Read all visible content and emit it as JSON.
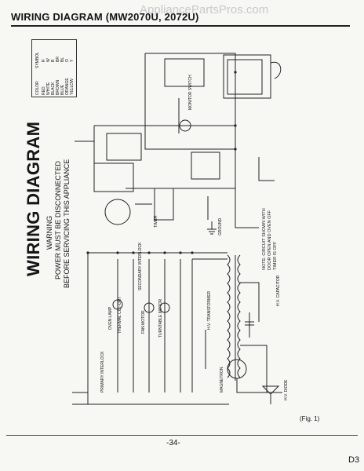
{
  "header": {
    "title": "WIRING DIAGRAM (MW2070U, 2072U)",
    "watermark": "AppliancePartsPros.com"
  },
  "diagram": {
    "title": "WIRING DIAGRAM",
    "warning_heading": "WARNING",
    "warning_line1": "POWER MUST BE DISCONNECTED",
    "warning_line2": "BEFORE SERVICING THIS APPLIANCE",
    "note": [
      "NOTE: CIRCUIT SHOWN WITH",
      "DOOR OPEN AND OVEN OFF",
      "TIMER IS OFF"
    ],
    "color_legend": {
      "headers": [
        "COLOR",
        "SYMBOL"
      ],
      "rows": [
        [
          "RED",
          "R"
        ],
        [
          "WHITE",
          "W"
        ],
        [
          "BLACK",
          "B"
        ],
        [
          "BROWN",
          "BR"
        ],
        [
          "BLUE",
          "BL"
        ],
        [
          "ORANGE",
          "O"
        ],
        [
          "YELLOW",
          "Y"
        ]
      ]
    },
    "component_labels": [
      "THERMAL CUT-OUT",
      "OVEN LAMP",
      "FAN MOTOR",
      "TURNTABLE MOTOR",
      "PRIMARY INTERLOCK",
      "SECONDARY INTERLOCK",
      "MONITOR SWITCH",
      "H.V. TRANSFORMER",
      "H.V. CAPACITOR",
      "H.V. DIODE",
      "MAGNETRON",
      "TIMER",
      "GROUND"
    ],
    "fig_label": "(Fig. 1)",
    "page_number": "-34-",
    "corner_mark": "D3"
  }
}
